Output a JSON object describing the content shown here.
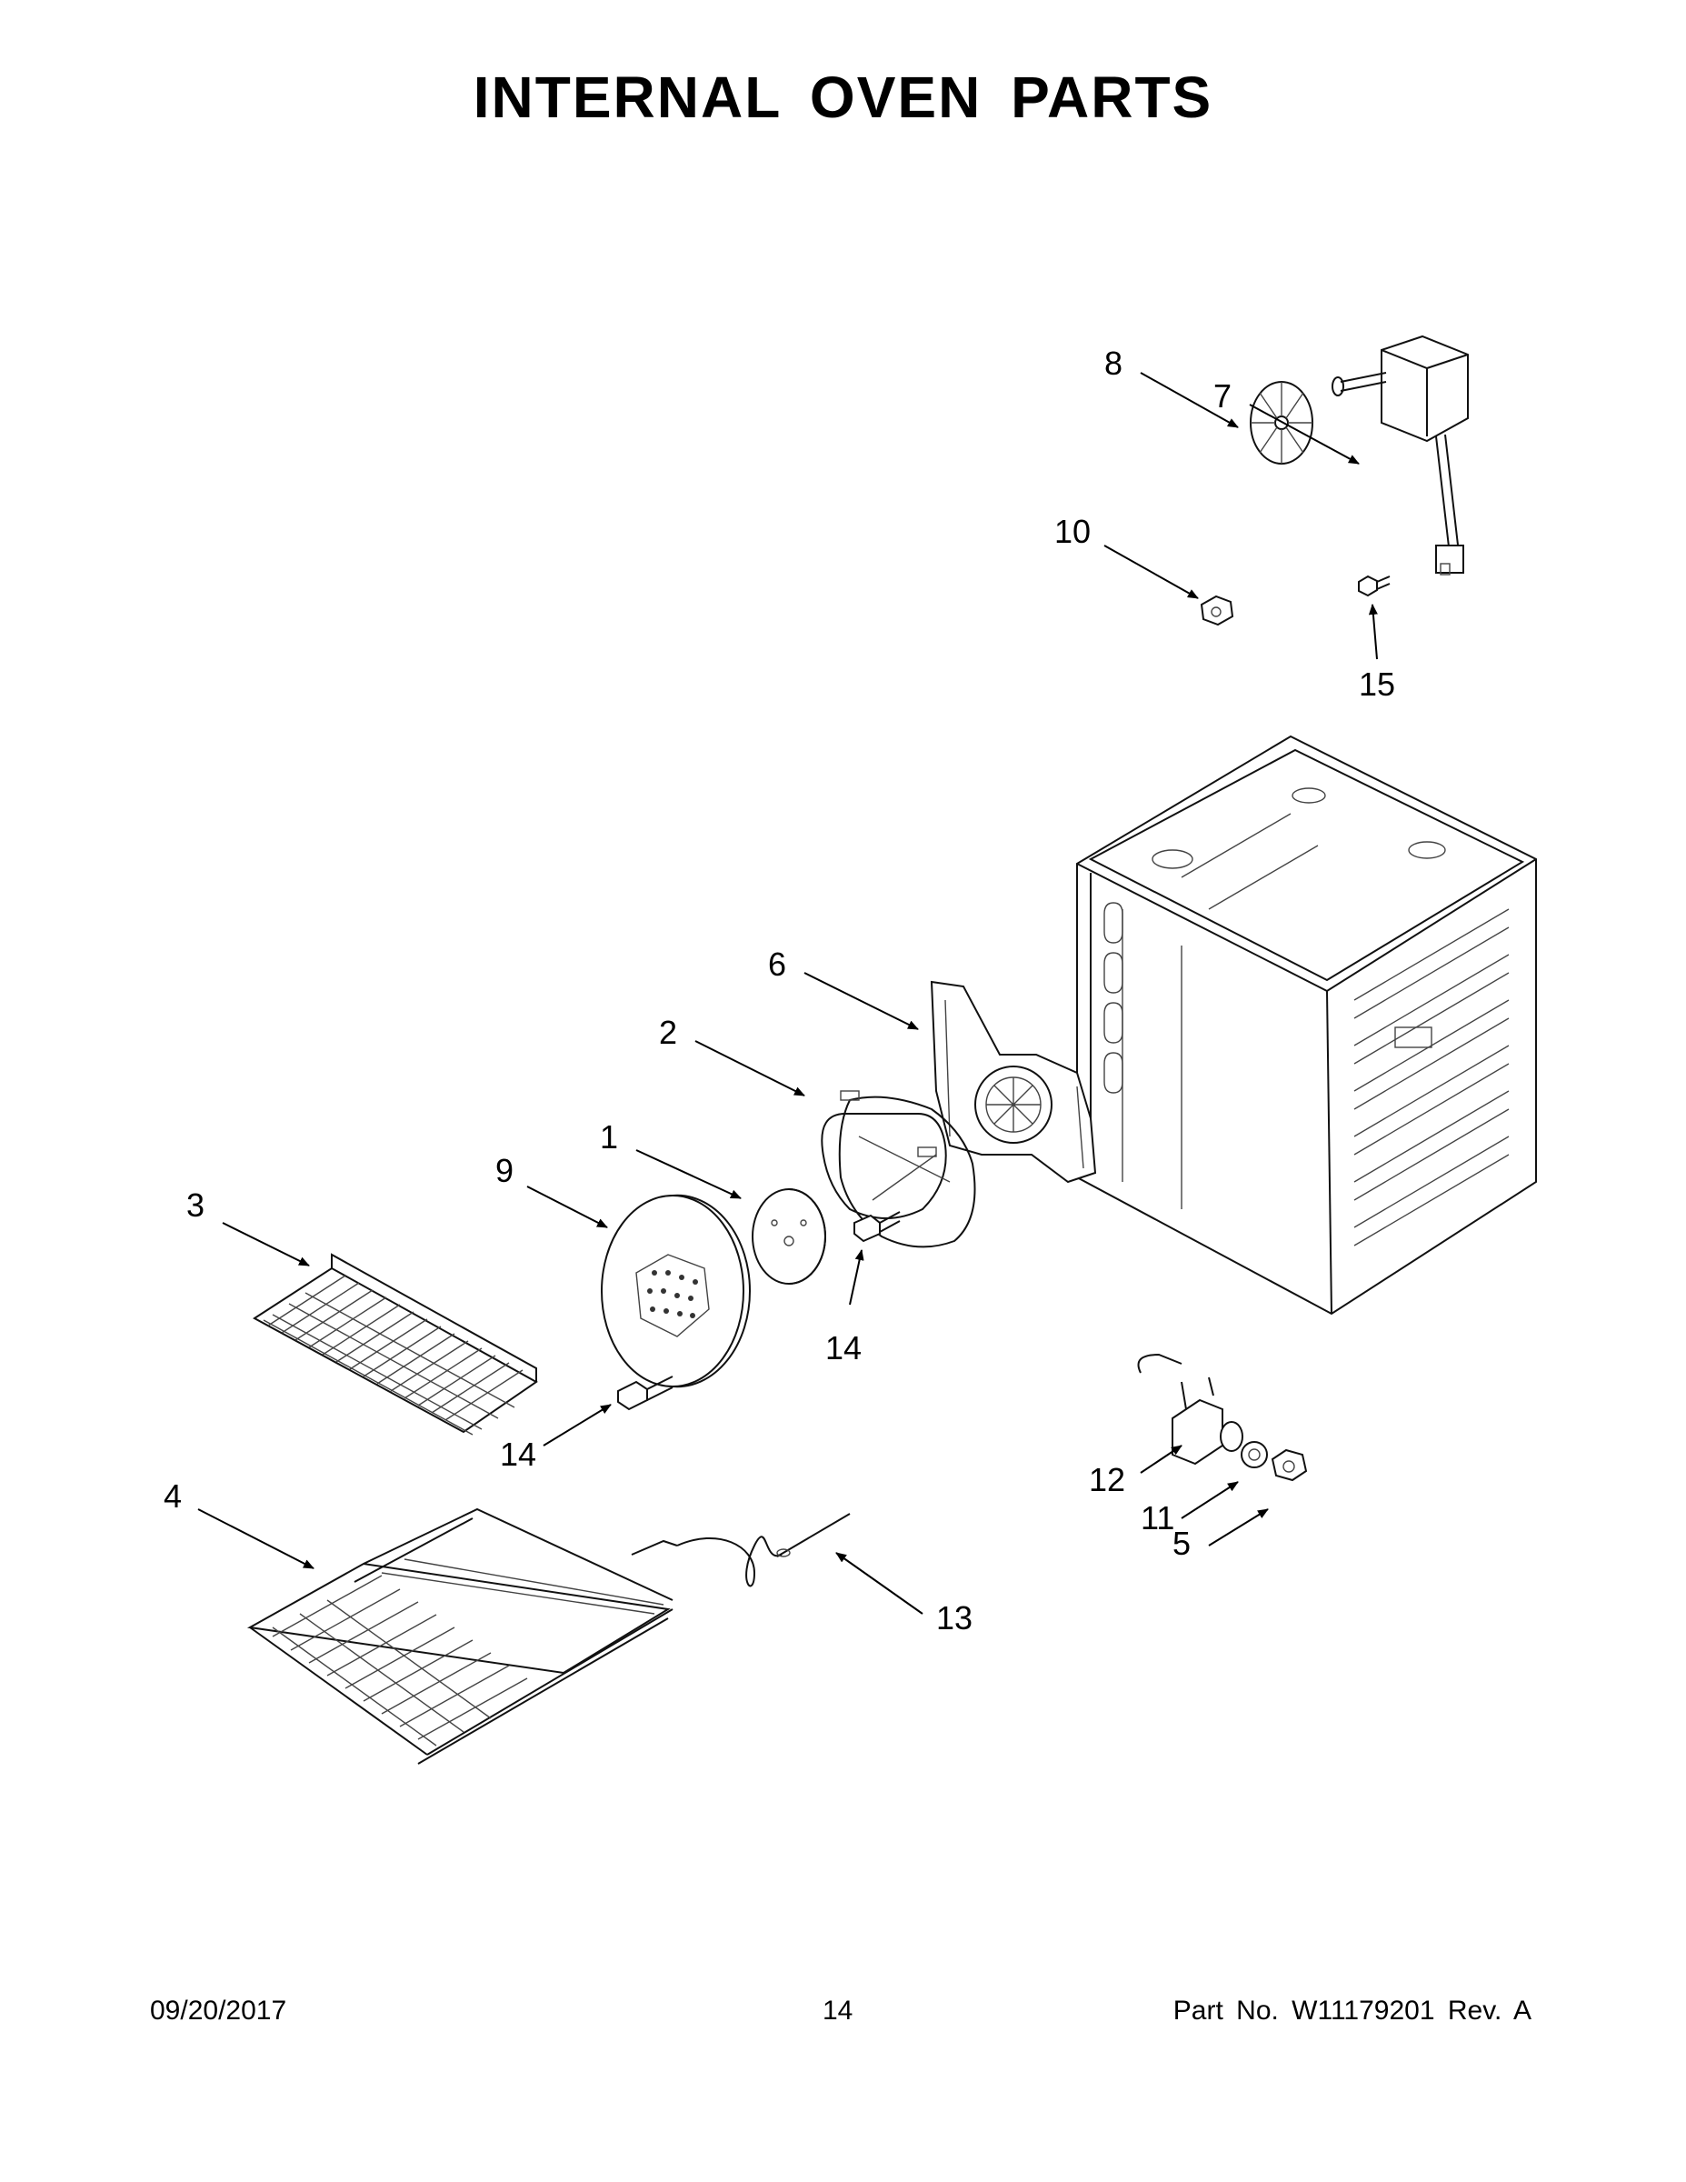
{
  "title": "INTERNAL OVEN PARTS",
  "callouts": [
    {
      "id": "c1",
      "label": "1"
    },
    {
      "id": "c2",
      "label": "2"
    },
    {
      "id": "c3",
      "label": "3"
    },
    {
      "id": "c4",
      "label": "4"
    },
    {
      "id": "c5",
      "label": "5"
    },
    {
      "id": "c6",
      "label": "6"
    },
    {
      "id": "c7",
      "label": "7"
    },
    {
      "id": "c8",
      "label": "8"
    },
    {
      "id": "c9",
      "label": "9"
    },
    {
      "id": "c10",
      "label": "10"
    },
    {
      "id": "c11",
      "label": "11"
    },
    {
      "id": "c12",
      "label": "12"
    },
    {
      "id": "c13",
      "label": "13"
    },
    {
      "id": "c14a",
      "label": "14"
    },
    {
      "id": "c14b",
      "label": "14"
    },
    {
      "id": "c15",
      "label": "15"
    }
  ],
  "footer": {
    "date": "09/20/2017",
    "page": "14",
    "part": "Part No.  W11179201  Rev.  A"
  }
}
